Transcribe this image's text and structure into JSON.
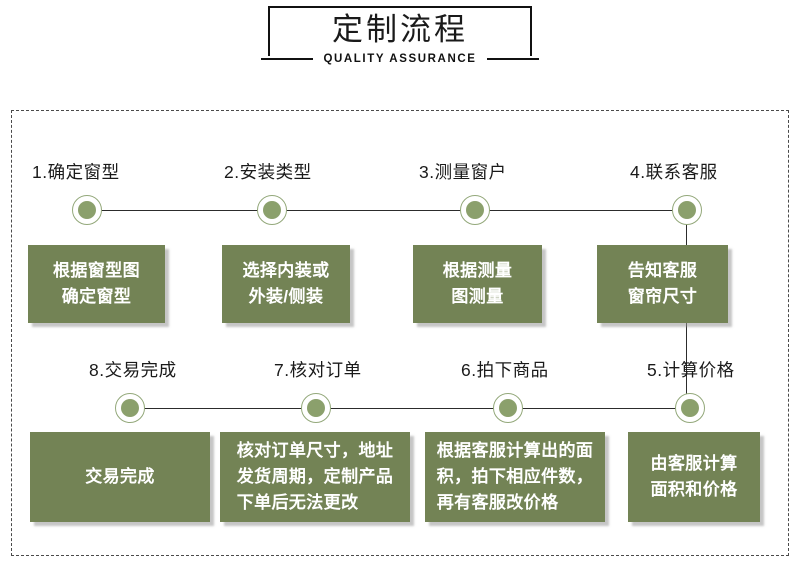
{
  "header": {
    "title": "定制流程",
    "subtitle": "QUALITY ASSURANCE"
  },
  "colors": {
    "card_green": "#738355",
    "marker_green": "#8ba06c",
    "marker_ring": "#93a87a",
    "line": "#2c2c2c",
    "dashed_border": "#4a4a4a",
    "card_text": "#ffffff",
    "label_text": "#1a1a1a"
  },
  "flow": {
    "row1": [
      {
        "label": "1.确定窗型",
        "card": "根据窗型图\n确定窗型"
      },
      {
        "label": "2.安装类型",
        "card": "选择内装或\n外装/侧装"
      },
      {
        "label": "3.测量窗户",
        "card": "根据测量\n图测量"
      },
      {
        "label": "4.联系客服",
        "card": "告知客服\n窗帘尺寸"
      }
    ],
    "row2": [
      {
        "label": "8.交易完成",
        "card": "交易完成"
      },
      {
        "label": "7.核对订单",
        "card": "核对订单尺寸，地址\n发货周期，定制产品\n下单后无法更改"
      },
      {
        "label": "6.拍下商品",
        "card": "根据客服计算出的面\n积，拍下相应件数，\n再有客服改价格"
      },
      {
        "label": "5.计算价格",
        "card": "由客服计算\n面积和价格"
      }
    ]
  }
}
